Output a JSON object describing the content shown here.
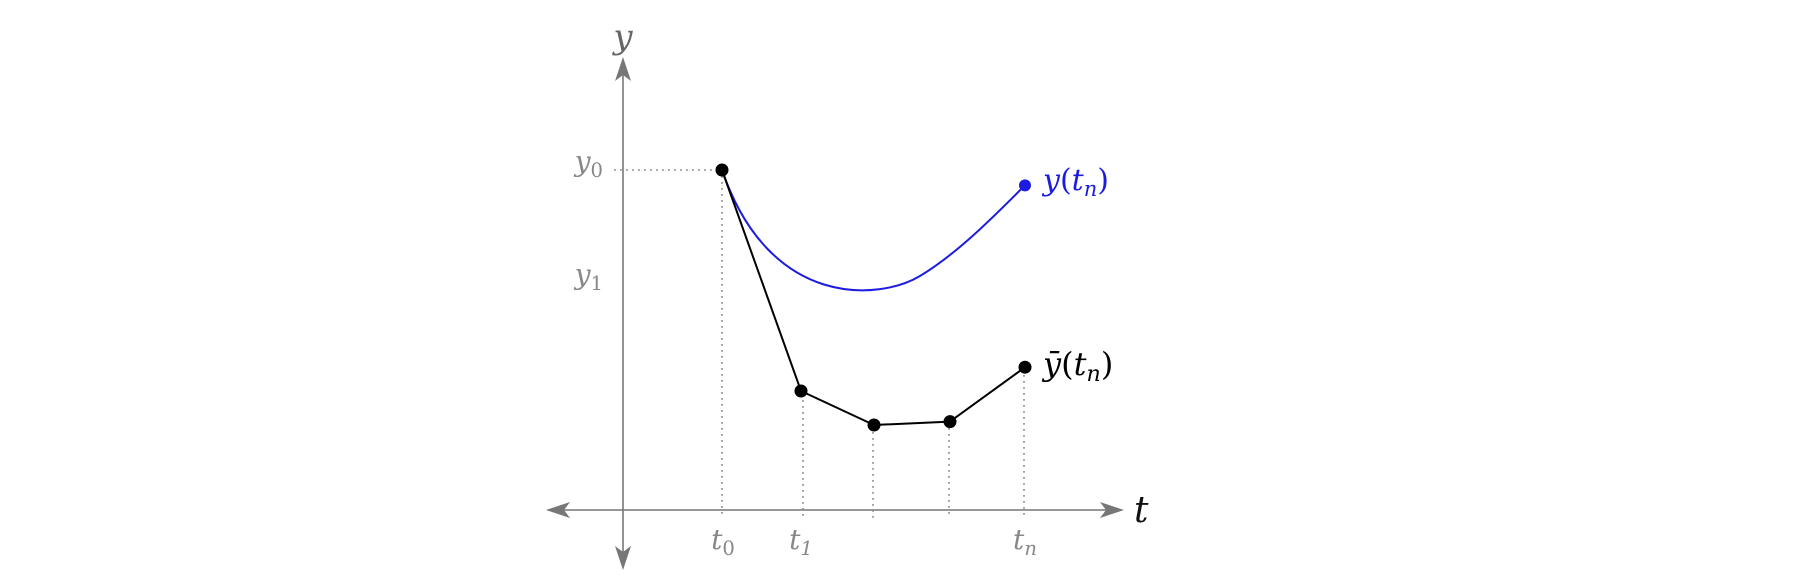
{
  "axes": {
    "x_label": "t",
    "y_label": "y"
  },
  "y_ticks": [
    {
      "base": "y",
      "sub": "0"
    },
    {
      "base": "y",
      "sub": "1"
    }
  ],
  "x_ticks": [
    {
      "base": "t",
      "sub": "0"
    },
    {
      "base": "t",
      "sub": "1"
    },
    {
      "base": "t",
      "sub": "n"
    }
  ],
  "exact_label": {
    "text": "y",
    "sub": "n"
  },
  "approx_label": {
    "text": "ȳ",
    "sub": "n"
  },
  "colors": {
    "axis": "#777777",
    "exact": "#1c1ce0",
    "approx": "#000000",
    "tick_text": "#888888"
  },
  "chart_data": {
    "type": "line",
    "x": [
      0,
      1,
      2,
      3,
      4
    ],
    "series": [
      {
        "name": "y(tₙ)",
        "style": "smooth",
        "values": [
          1.0,
          0.6,
          0.62,
          0.85,
          0.95
        ]
      },
      {
        "name": "ȳ(tₙ)",
        "style": "markers",
        "values": [
          1.0,
          0.35,
          0.25,
          0.26,
          0.42
        ]
      }
    ],
    "ylim": [
      0,
      1.2
    ],
    "xlim": [
      -1.2,
      5.1
    ]
  }
}
